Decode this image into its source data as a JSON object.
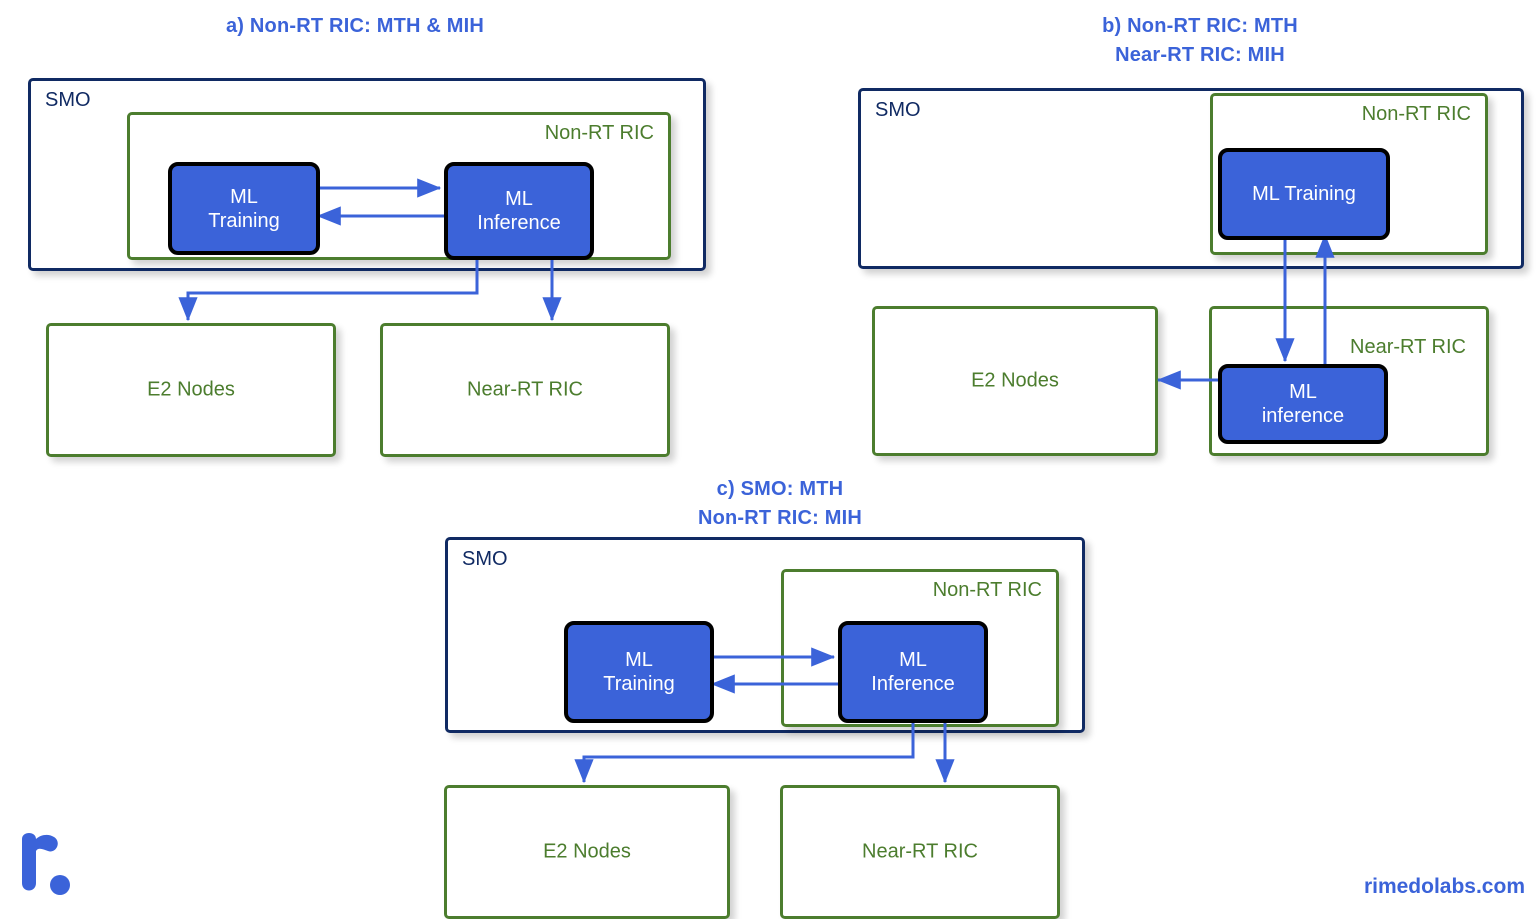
{
  "figure": {
    "brand_text": "rimedolabs.com",
    "logo_icon": "rimedo-r-logo-icon",
    "colors": {
      "title_blue": "#3b63d9",
      "ml_block_blue": "#3b63d9",
      "smo_navy": "#102a63",
      "ric_green": "#4c7d2e",
      "arrow_blue": "#3b63d9",
      "background": "#ffffff"
    }
  },
  "panels": [
    {
      "id": "a",
      "title": "a) Non-RT RIC: MTH & MIH",
      "smo_label": "SMO",
      "non_rt_ric_label": "Non-RT RIC",
      "ml_training_label": "ML\nTraining",
      "ml_inference_label": "ML\nInference",
      "e2_nodes_label": "E2 Nodes",
      "near_rt_ric_label": "Near-RT RIC"
    },
    {
      "id": "b",
      "title": "b) Non-RT RIC: MTH\nNear-RT RIC: MIH",
      "smo_label": "SMO",
      "non_rt_ric_label": "Non-RT RIC",
      "ml_training_label": "ML Training",
      "near_rt_ric_label": "Near-RT RIC",
      "ml_inference_label": "ML\ninference",
      "e2_nodes_label": "E2 Nodes"
    },
    {
      "id": "c",
      "title": "c) SMO: MTH\nNon-RT RIC: MIH",
      "smo_label": "SMO",
      "non_rt_ric_label": "Non-RT RIC",
      "ml_training_label": "ML\nTraining",
      "ml_inference_label": "ML\nInference",
      "e2_nodes_label": "E2 Nodes",
      "near_rt_ric_label": "Near-RT RIC"
    }
  ]
}
